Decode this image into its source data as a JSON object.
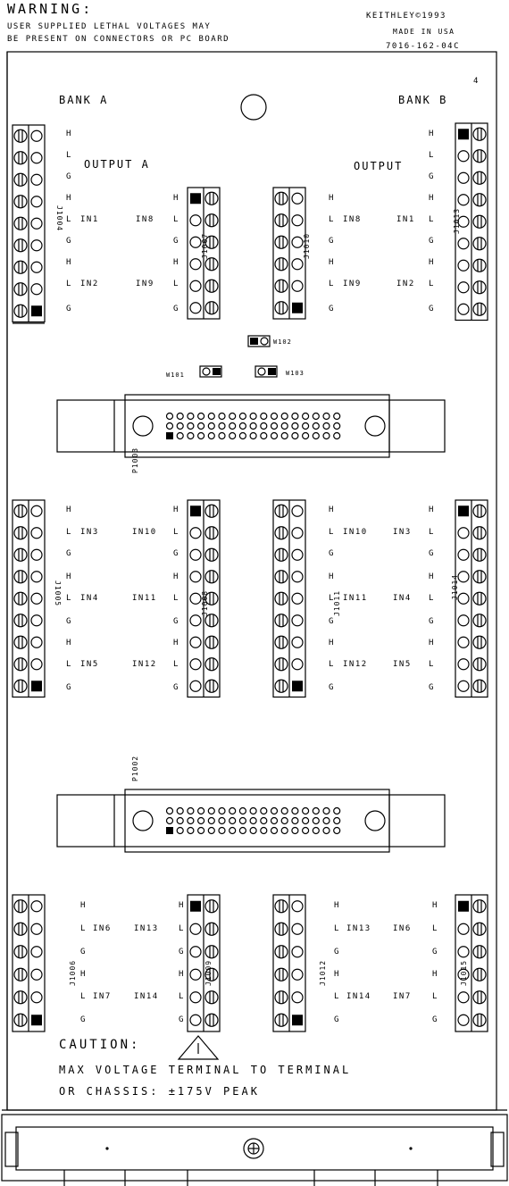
{
  "warning": {
    "title": "WARNING:",
    "line1": "USER SUPPLIED LETHAL VOLTAGES MAY",
    "line2": "BE PRESENT ON CONNECTORS OR PC BOARD"
  },
  "maker": {
    "line1": "KEITHLEY©1993",
    "line2": "MADE IN USA",
    "line3": "7016-162-04C",
    "rev": "4"
  },
  "bank_a": "BANK A",
  "bank_b": "BANK B",
  "output_a": "OUTPUT A",
  "output_b": "OUTPUT",
  "connectors": {
    "j1004": "J1004",
    "j1007": "J1007",
    "j1010": "J1010",
    "j1013": "J1013",
    "j1005": "J1005",
    "j1008": "J1008",
    "j1011": "J1011",
    "j1014": "J1014",
    "j1006": "J1006",
    "j1009": "J1009",
    "j1012": "J1012",
    "j1015": "J1015",
    "p1003": "P1003",
    "p1002": "P1002"
  },
  "jumpers": {
    "w102": "W102",
    "w101": "W101",
    "w103": "W103"
  },
  "pin": {
    "h": "H",
    "l": "L",
    "g": "G"
  },
  "inputs": {
    "in1": "IN1",
    "in2": "IN2",
    "in3": "IN3",
    "in4": "IN4",
    "in5": "IN5",
    "in6": "IN6",
    "in7": "IN7",
    "in8": "IN8",
    "in9": "IN9",
    "in10": "IN10",
    "in11": "IN11",
    "in12": "IN12",
    "in13": "IN13",
    "in14": "IN14"
  },
  "caution": {
    "title": "CAUTION:",
    "line1": "MAX VOLTAGE TERMINAL TO TERMINAL",
    "line2": "OR CHASSIS: ±175V PEAK"
  }
}
